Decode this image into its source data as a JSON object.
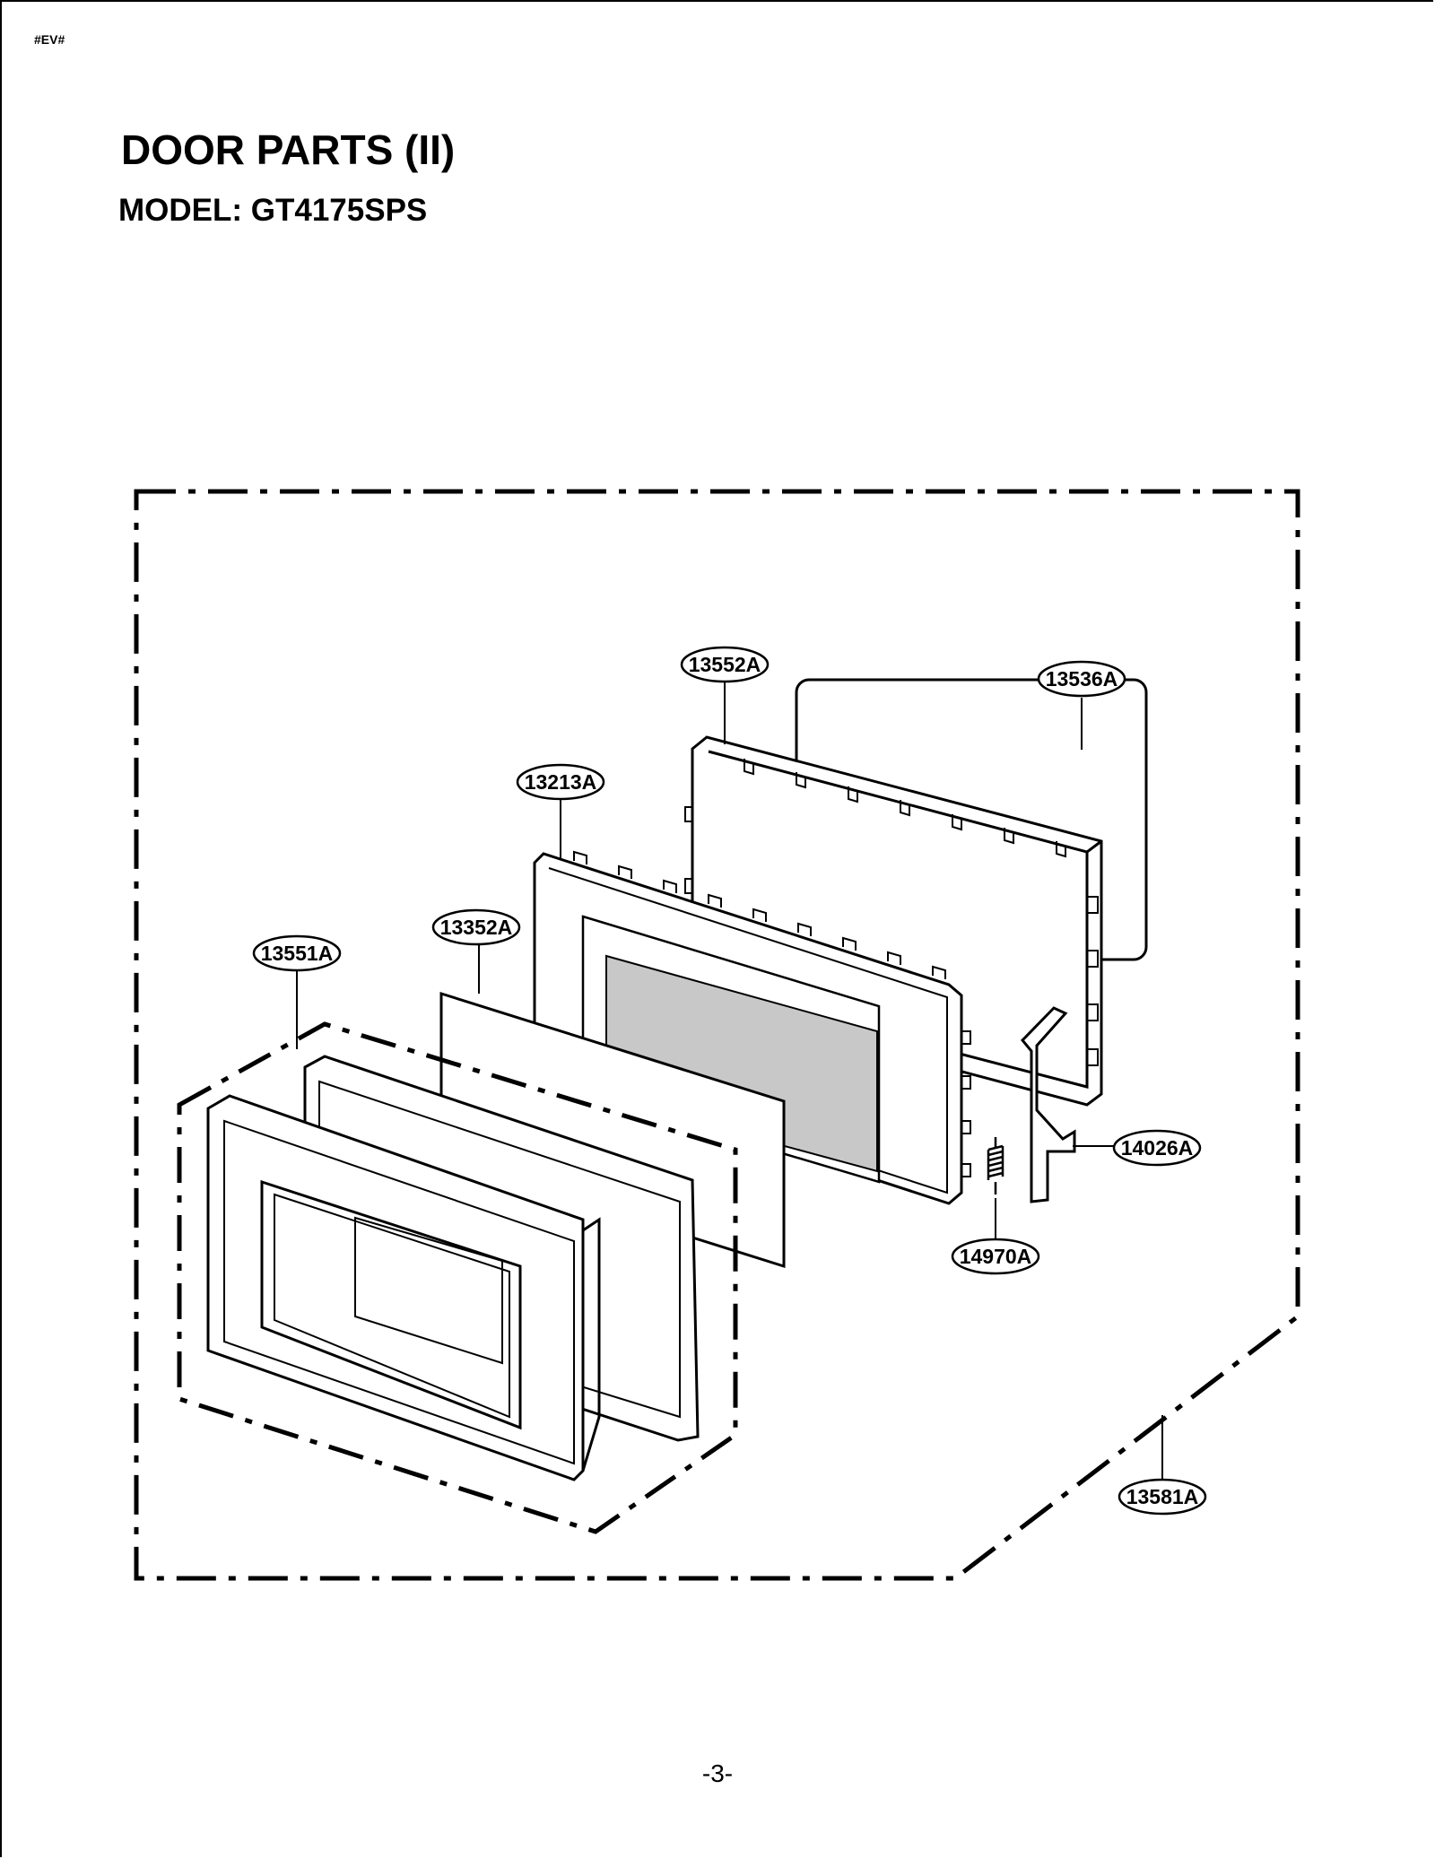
{
  "header_tag": "#EV#",
  "title": "DOOR PARTS (II)",
  "model_line": "MODEL: GT4175SPS",
  "page_number": "-3-",
  "callouts": {
    "c13552A": "13552A",
    "c13536A": "13536A",
    "c13213A": "13213A",
    "c13352A": "13352A",
    "c13551A": "13551A",
    "c14026A": "14026A",
    "c14970A": "14970A",
    "c13581A": "13581A"
  }
}
